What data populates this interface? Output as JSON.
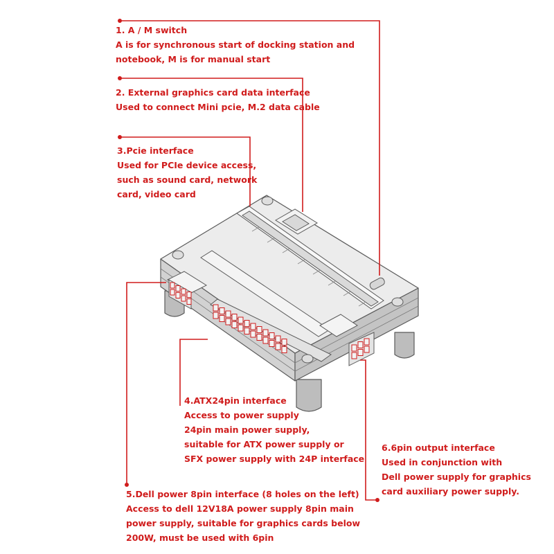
{
  "annotations": [
    {
      "id": "am-switch",
      "lines": [
        "1. A / M switch",
        "A is for synchronous start of docking station and",
        "notebook, M is for manual start"
      ]
    },
    {
      "id": "gpu-data",
      "lines": [
        "2. External graphics card data interface",
        "Used to connect Mini pcie, M.2 data cable"
      ]
    },
    {
      "id": "pcie",
      "lines": [
        "3.Pcie interface",
        "Used for PCIe device access,",
        "such as sound card, network",
        "card, video card"
      ]
    },
    {
      "id": "atx24",
      "lines": [
        "4.ATX24pin interface",
        "Access to power supply",
        "24pin main power supply,",
        "suitable for ATX power supply or",
        "SFX power supply with 24P interface"
      ]
    },
    {
      "id": "dell8pin",
      "lines": [
        "5.Dell power 8pin interface (8 holes on the left)",
        "Access to dell 12V18A power supply 8pin main",
        "power supply, suitable for graphics cards below",
        "200W, must be used with 6pin"
      ]
    },
    {
      "id": "six-pin",
      "lines": [
        "6.6pin output interface",
        "Used in conjunction with",
        "Dell power supply for graphics",
        "card auxiliary power supply."
      ]
    }
  ],
  "colors": {
    "callout": "#d01c1c",
    "device_top": "#e6e6e6",
    "device_side": "#cfcfcf",
    "outline": "#5a5a5a"
  }
}
